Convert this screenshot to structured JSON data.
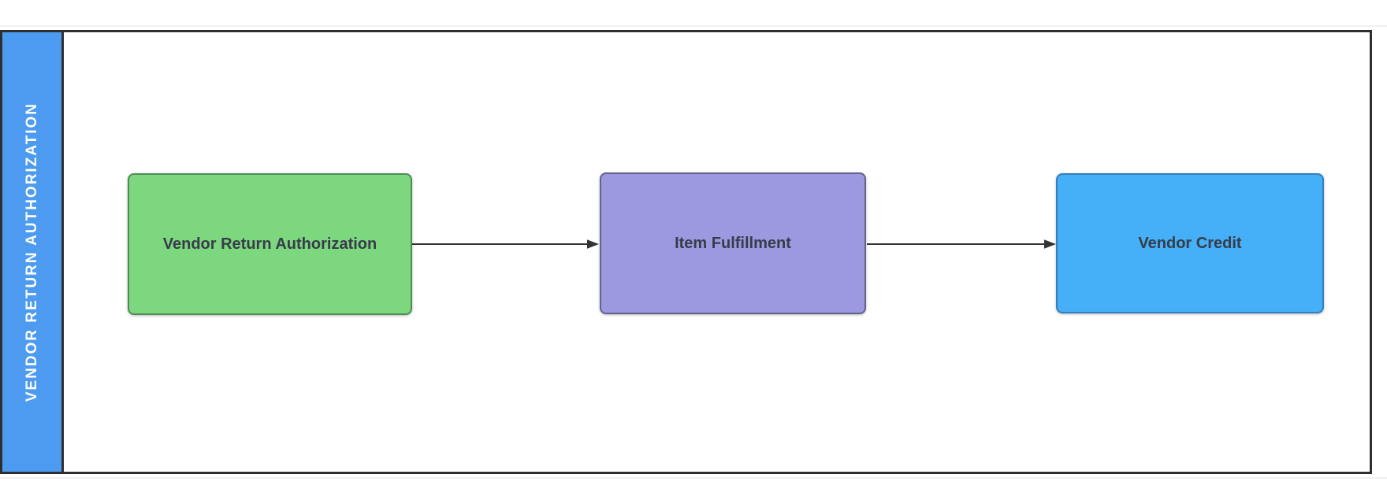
{
  "diagram": {
    "lane": {
      "title": "VENDOR RETURN AUTHORIZATION",
      "header_fill": "#4c9bf0",
      "header_text_color": "#ffffff",
      "border_color": "#2e2e2e"
    },
    "nodes": [
      {
        "id": "vendor-return-authorization",
        "label": "Vendor Return Authorization",
        "fill": "#7dd77f",
        "border": "#4f8d55"
      },
      {
        "id": "item-fulfillment",
        "label": "Item Fulfillment",
        "fill": "#9c99e0",
        "border": "#62628c"
      },
      {
        "id": "vendor-credit",
        "label": "Vendor Credit",
        "fill": "#45aff7",
        "border": "#3380bc"
      }
    ],
    "node_text_color": "#373c49",
    "connectors": [
      {
        "from": "vendor-return-authorization",
        "to": "item-fulfillment",
        "color": "#333333"
      },
      {
        "from": "item-fulfillment",
        "to": "vendor-credit",
        "color": "#333333"
      }
    ]
  }
}
